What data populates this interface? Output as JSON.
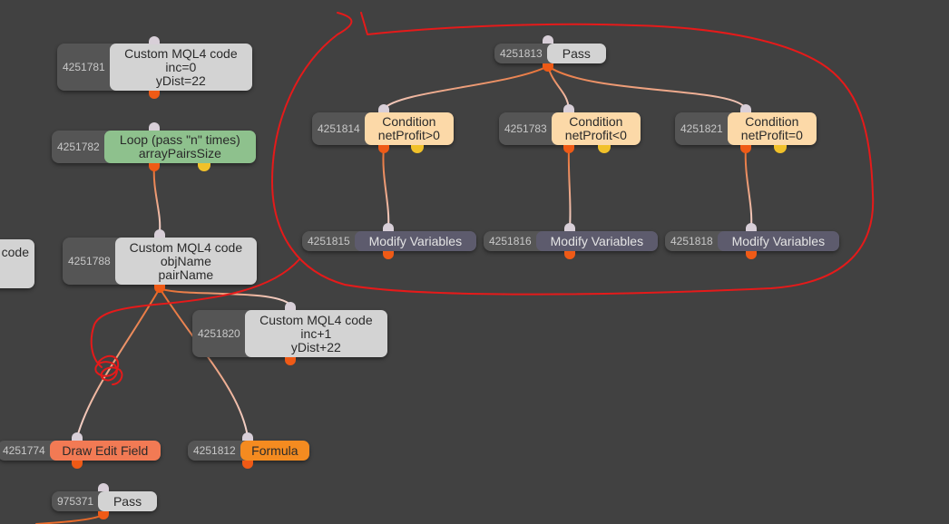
{
  "nodes": {
    "n4251781": {
      "id": "4251781",
      "lines": [
        "Custom MQL4 code",
        "inc=0",
        "yDist=22"
      ]
    },
    "n4251782": {
      "id": "4251782",
      "lines": [
        "Loop (pass \"n\" times)",
        "arrayPairsSize"
      ]
    },
    "n4251788": {
      "id": "4251788",
      "lines": [
        "Custom MQL4 code",
        "objName",
        "pairName"
      ]
    },
    "n4251820": {
      "id": "4251820",
      "lines": [
        "Custom MQL4 code",
        "inc+1",
        "yDist+22"
      ]
    },
    "n4251774": {
      "id": "4251774",
      "lines": [
        "Draw Edit Field"
      ]
    },
    "n4251812": {
      "id": "4251812",
      "lines": [
        "Formula"
      ]
    },
    "n975371": {
      "id": "975371",
      "lines": [
        "Pass"
      ]
    },
    "nPartial": {
      "id": "",
      "lines": [
        "code"
      ]
    },
    "n4251813": {
      "id": "4251813",
      "lines": [
        "Pass"
      ]
    },
    "n4251814": {
      "id": "4251814",
      "lines": [
        "Condition",
        "netProfit>0"
      ]
    },
    "n4251783": {
      "id": "4251783",
      "lines": [
        "Condition",
        "netProfit<0"
      ]
    },
    "n4251821": {
      "id": "4251821",
      "lines": [
        "Condition",
        "netProfit=0"
      ]
    },
    "n4251815": {
      "id": "4251815",
      "lines": [
        "Modify Variables"
      ]
    },
    "n4251816": {
      "id": "4251816",
      "lines": [
        "Modify Variables"
      ]
    },
    "n4251818": {
      "id": "4251818",
      "lines": [
        "Modify Variables"
      ]
    }
  },
  "colors": {
    "canvas": "#414141",
    "node_frame": "#555555",
    "code_block": "#d3d3d3",
    "loop_block": "#8ec18d",
    "condition_block": "#fcd9a8",
    "modify_block": "#5d5b6d",
    "draw_block": "#f27a54",
    "formula_block": "#f48b20",
    "input_port": "#d8cfd8",
    "output_port": "#ef5a16",
    "alt_port": "#f1c12a",
    "annotation": "#e51a1a"
  }
}
